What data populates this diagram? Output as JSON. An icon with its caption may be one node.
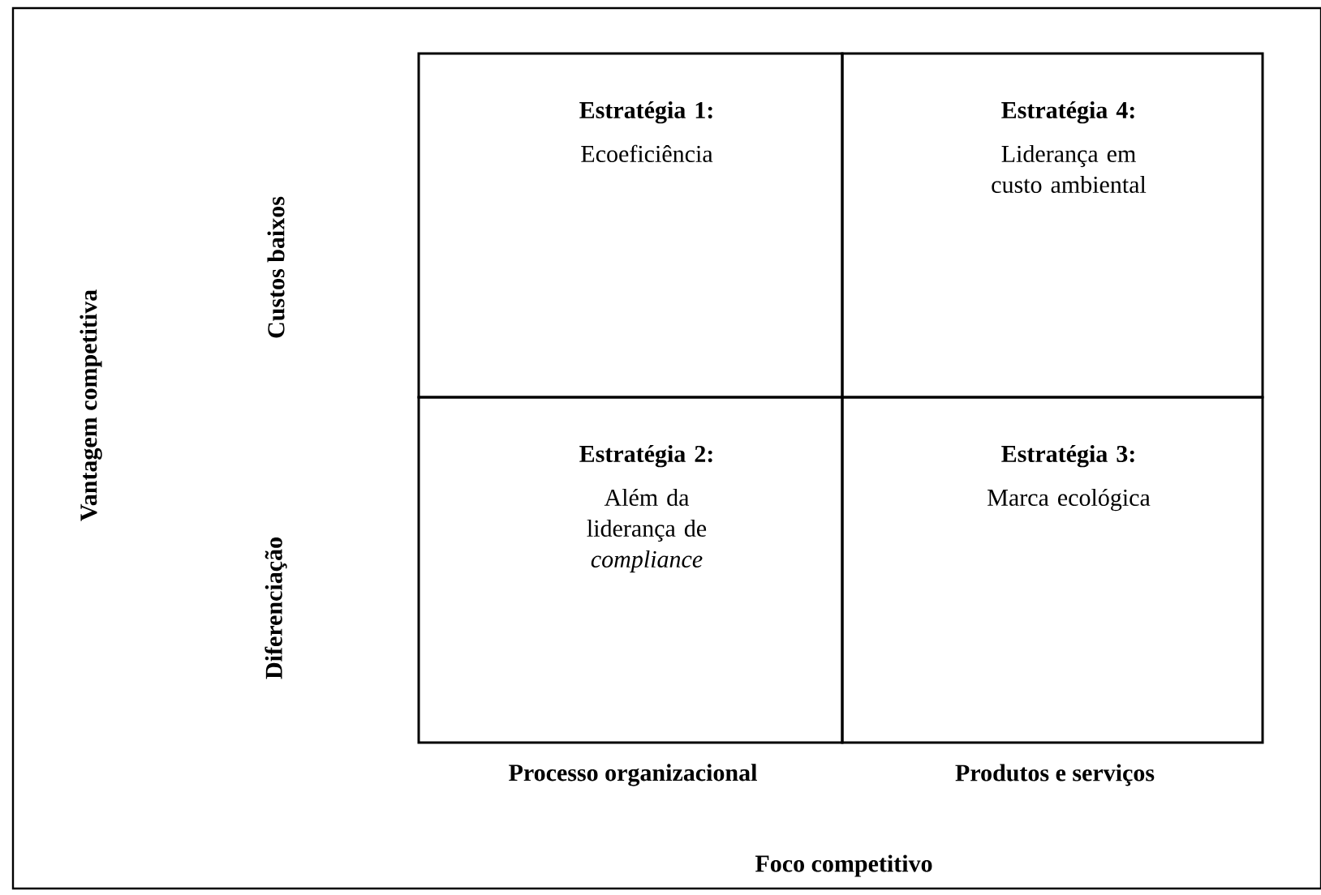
{
  "diagram": {
    "nodes": [
      {
        "text": [
          "Estratégia 1:",
          "Ecoeficiência"
        ]
      },
      {
        "text": [
          "Estratégia 4:",
          "Liderança em custo ambiental"
        ]
      },
      {
        "text": [
          "Estratégia 2:",
          "Além da liderança de *compliance*"
        ]
      },
      {
        "text": [
          "Estratégia 3:",
          "Marca ecológica"
        ]
      }
    ],
    "labels": [
      "Vantagem competitiva",
      "Custos baixos",
      "Diferenciação",
      "Processo organizacional",
      "Produtos e serviços",
      "Foco competitivo"
    ]
  }
}
